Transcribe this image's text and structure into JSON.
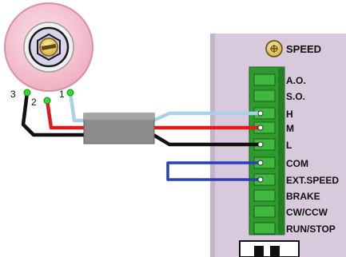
{
  "speed_label": "SPEED",
  "potentiometer": {
    "pins": [
      "3",
      "2",
      "1"
    ]
  },
  "terminals": [
    "A.O.",
    "S.O.",
    "H",
    "M",
    "L",
    "COM",
    "EXT.SPEED",
    "BRAKE",
    "CW/CCW",
    "RUN/STOP"
  ],
  "colors": {
    "panel": "#d8c9dc",
    "terminal_block": "#2f9b2f",
    "pot_body": "#f3b9c9",
    "wire_h": "#a9d2e6",
    "wire_m": "#dd1c1c",
    "wire_l": "#111111",
    "jumper": "#2b3fb8",
    "cable_sleeve": "#8c8c8c",
    "pin_dot": "#2ddc2d"
  }
}
